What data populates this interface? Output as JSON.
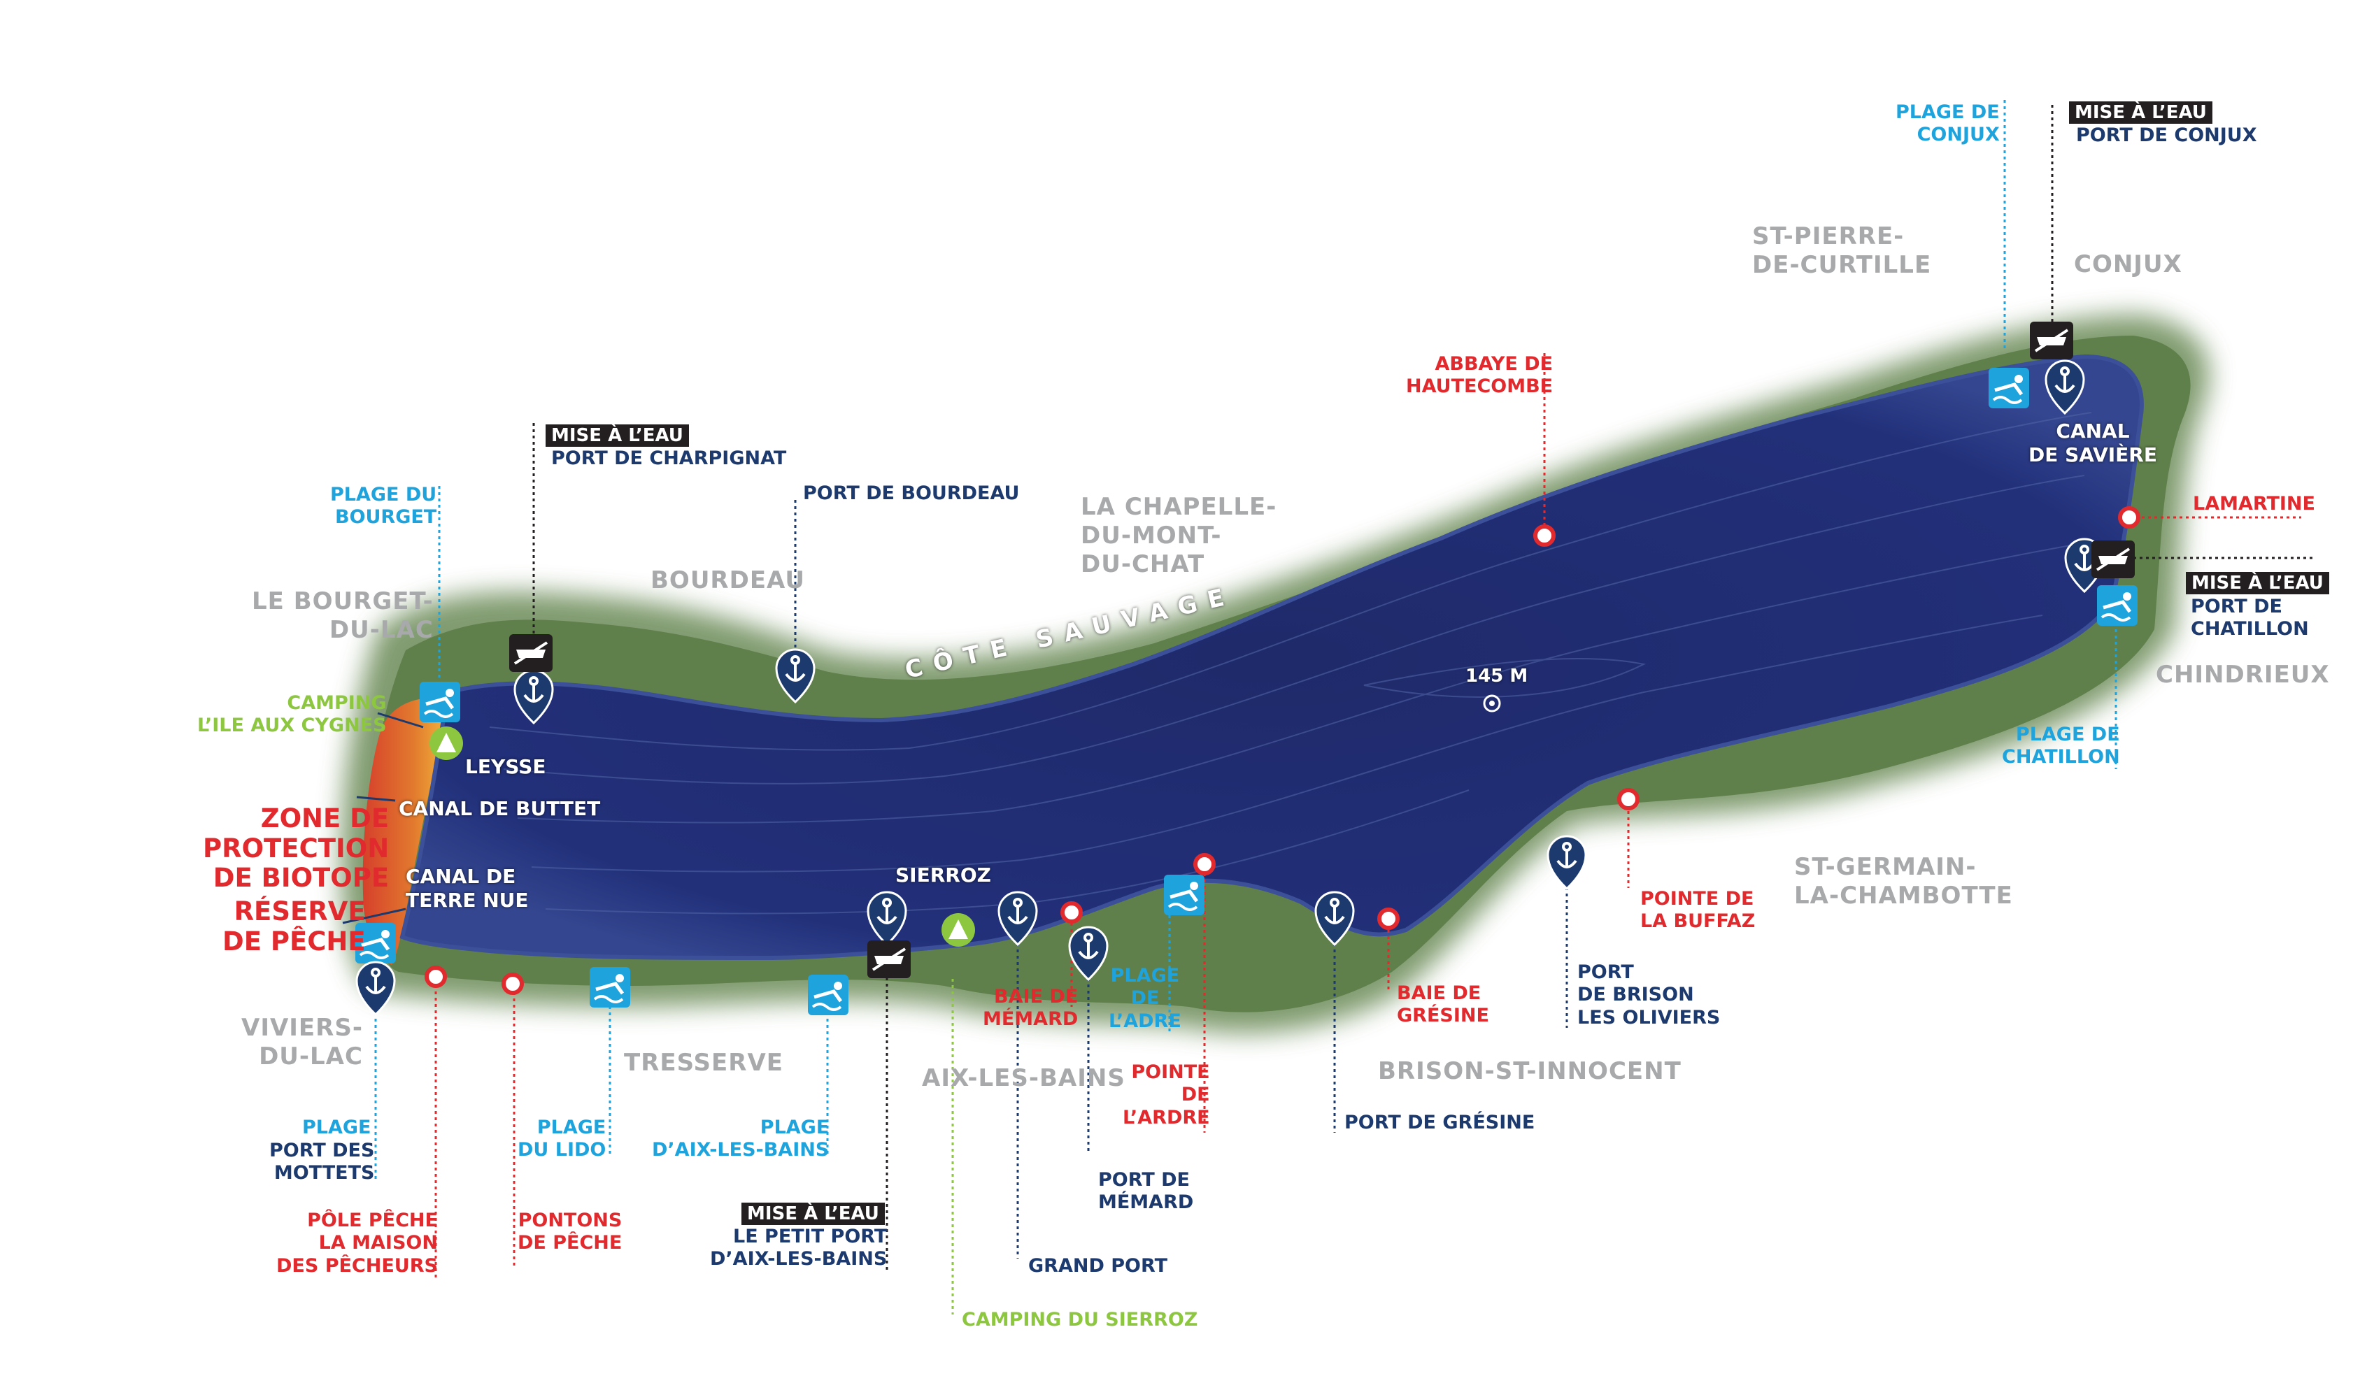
{
  "colors": {
    "lake": "#202a68",
    "lake_edge": "#2d3b86",
    "shore": "#5c7a49",
    "cyan": "#1ea3dc",
    "navy": "#1d3a6e",
    "red": "#e12a2e",
    "green": "#8dc63f",
    "grey": "#a7a9ab",
    "dark": "#231f20"
  },
  "icons": {
    "swim": "swim-icon",
    "anchor": "anchor-icon",
    "boat_launch": "boat-ramp-icon",
    "camping": "tent-icon",
    "point": "red-point-icon",
    "depth": "depth-marker-icon"
  },
  "lake": {
    "name_label": "CÔTE SAUVAGE",
    "depth_label": "145 M"
  },
  "towns": {
    "st_pierre": "ST-PIERRE-\nDE-CURTILLE",
    "conjux": "CONJUX",
    "la_chapelle": "LA CHAPELLE-\nDU-MONT-\nDU-CHAT",
    "bourdeau": "BOURDEAU",
    "le_bourget": "LE BOURGET-\nDU-LAC",
    "chindrieux": "CHINDRIEUX",
    "st_germain": "ST-GERMAIN-\nLA-CHAMBOTTE",
    "viviers": "VIVIERS-\nDU-LAC",
    "tresserve": "TRESSERVE",
    "aix": "AIX-LES-BAINS",
    "brison": "BRISON-ST-INNOCENT"
  },
  "labels": {
    "plage_conjux": "PLAGE DE\nCONJUX",
    "mise_eau_conjux": "MISE À L’EAU",
    "port_conjux": "PORT DE CONJUX",
    "abbaye": "ABBAYE DE\nHAUTECOMBE",
    "canal_saviere": "CANAL\nDE SAVIÈRE",
    "lamartine": "LAMARTINE",
    "mise_eau_chatillon": "MISE À L’EAU",
    "port_chatillon": "PORT DE\nCHATILLON",
    "plage_chatillon": "PLAGE DE\nCHATILLON",
    "mise_eau_charpignat": "MISE À L’EAU",
    "port_charpignat": "PORT DE CHARPIGNAT",
    "port_bourdeau": "PORT DE BOURDEAU",
    "plage_bourget": "PLAGE DU\nBOURGET",
    "camping_cygnes": "CAMPING\nL’ILE AUX CYGNES",
    "leysse": "LEYSSE",
    "canal_buttet": "CANAL DE BUTTET",
    "zone_protection": "ZONE DE\nPROTECTION\nDE BIOTOPE",
    "canal_terre_nue": "CANAL DE\nTERRE NUE",
    "reserve_peche": "RÉSERVE\nDE PÊCHE",
    "sierroz": "SIERROZ",
    "pointe_buffaz": "POINTE DE\nLA BUFFAZ",
    "port_brison": "PORT\nDE BRISON\nLES OLIVIERS",
    "baie_gresine": "BAIE DE\nGRÉSINE",
    "port_gresine": "PORT DE GRÉSINE",
    "baie_memard": "BAIE DE\nMÉMARD",
    "plage_adre": "PLAGE\nDE\nL’ADRE",
    "pointe_ardre": "POINTE\nDE\nL’ARDRE",
    "port_memard": "PORT DE\nMÉMARD",
    "grand_port": "GRAND PORT",
    "camping_sierroz": "CAMPING DU SIERROZ",
    "mise_eau_petit_port": "MISE À L’EAU",
    "petit_port": "LE PETIT PORT\nD’AIX-LES-BAINS",
    "plage_aix": "PLAGE\nD’AIX-LES-BAINS",
    "plage_lido": "PLAGE\nDU LIDO",
    "pontons": "PONTONS\nDE PÊCHE",
    "plage_mottets_1": "PLAGE",
    "plage_mottets_2": "PORT DES\nMOTTETS",
    "pole_peche": "PÔLE PÊCHE\nLA MAISON\nDES PÊCHEURS"
  }
}
